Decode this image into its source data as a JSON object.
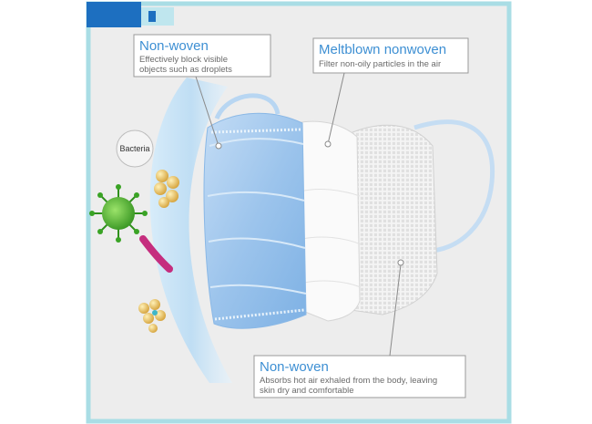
{
  "labels": {
    "outer_layer": {
      "title": "Non-woven",
      "description_lines": [
        "Effectively block visible",
        "objects such as droplets"
      ]
    },
    "middle_layer": {
      "title": "Meltblown nonwoven",
      "description_lines": [
        "Filter non-oily particles in the air"
      ]
    },
    "inner_layer": {
      "title": "Non-woven",
      "description_lines": [
        "Absorbs hot air exhaled from the body, leaving",
        "skin dry and comfortable"
      ]
    },
    "bacteria": "Bacteria"
  },
  "colors": {
    "accent_text": "#3d8fd3",
    "frame_teal": "#a9dde5",
    "corner_blue": "#1d6fc0",
    "mask_blue": "#a9cdf0",
    "background_gray": "#ededed"
  }
}
